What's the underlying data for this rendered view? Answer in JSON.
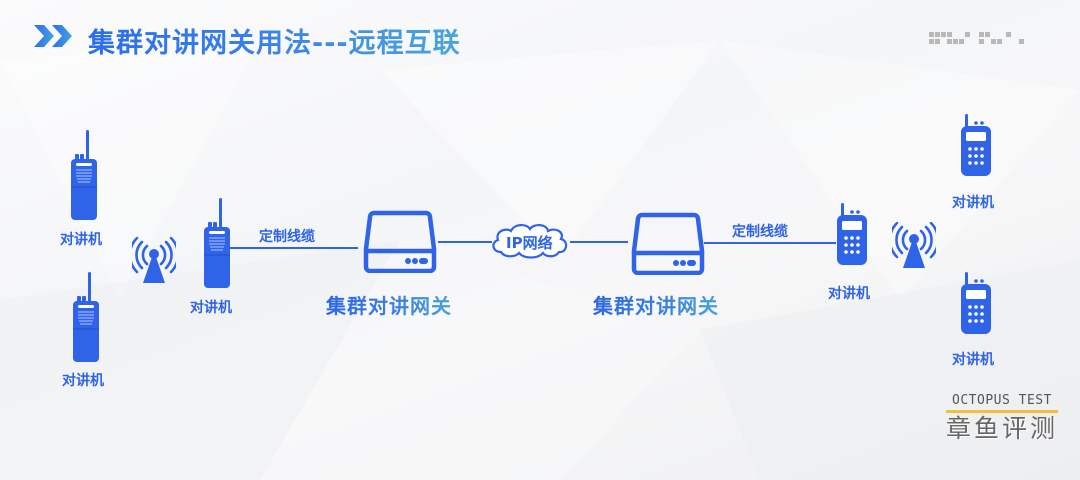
{
  "header": {
    "title": "集群对讲网关用法---远程互联",
    "chevron_icon": "double-chevron-right-icon",
    "accent_gradient": [
      "#2a6df0",
      "#4aa6dc"
    ]
  },
  "colors": {
    "primary": "#2f63e8",
    "background": "#f5f6f8",
    "logo_bar": "#f0c23a"
  },
  "diagram": {
    "left_group": {
      "radio_top": {
        "label": "对讲机",
        "icon": "walkie-talkie-icon"
      },
      "radio_bottom": {
        "label": "对讲机",
        "icon": "walkie-talkie-icon"
      },
      "tower": {
        "icon": "signal-tower-icon"
      },
      "radio_connected": {
        "label": "对讲机",
        "icon": "walkie-talkie-icon"
      }
    },
    "left_cable": {
      "label": "定制线缆"
    },
    "left_gateway": {
      "label": "集群对讲网关",
      "icon": "gateway-device-icon"
    },
    "network": {
      "label": "IP网络",
      "icon": "cloud-icon"
    },
    "right_gateway": {
      "label": "集群对讲网关",
      "icon": "gateway-device-icon"
    },
    "right_cable": {
      "label": "定制线缆"
    },
    "right_group": {
      "radio_connected": {
        "label": "对讲机",
        "icon": "handheld-radio-keypad-icon"
      },
      "tower": {
        "icon": "signal-tower-icon"
      },
      "radio_top": {
        "label": "对讲机",
        "icon": "handheld-radio-keypad-icon"
      },
      "radio_bottom": {
        "label": "对讲机",
        "icon": "handheld-radio-keypad-icon"
      }
    }
  },
  "watermark": {
    "english": "OCTOPUS TEST",
    "chinese": "章鱼评测"
  }
}
